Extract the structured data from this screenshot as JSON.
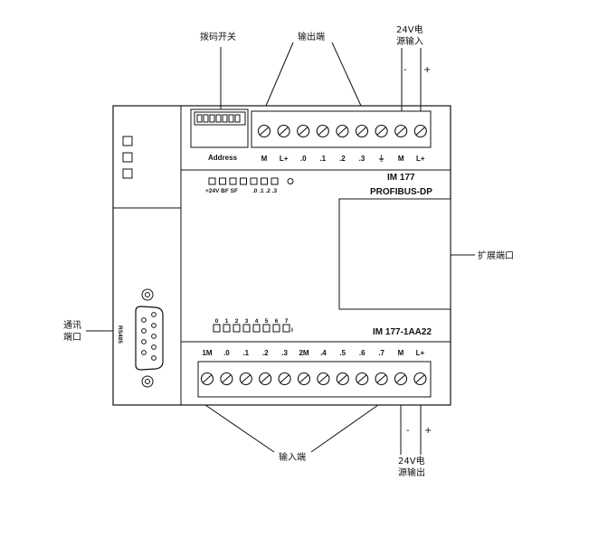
{
  "callouts": {
    "dip_switch": "拨码开关",
    "output_terminals": "输出端",
    "power_in_line1": "24V电",
    "power_in_line2": "源输入",
    "expansion_port": "扩展端口",
    "comm_port_line1": "通讯",
    "comm_port_line2": "端口",
    "input_terminals": "输入端",
    "power_out_line1": "24V电",
    "power_out_line2": "源输出",
    "minus": "-",
    "plus": "+"
  },
  "top_block": {
    "address_label": "Address",
    "terminal_labels": [
      "M",
      "L+",
      ".0",
      ".1",
      ".2",
      ".3",
      "⏚",
      "M",
      "L+"
    ]
  },
  "status_leds": {
    "labels": "+24V BF SF",
    "output_nums": ".0 .1 .2 .3"
  },
  "module": {
    "name": "IM 177",
    "type": "PROFIBUS-DP",
    "order_no": "IM 177-1AA22"
  },
  "input_leds": {
    "nums": [
      "0",
      "1",
      "2",
      "3",
      "4",
      "5",
      "6",
      "7"
    ],
    "end_mark": "I"
  },
  "bottom_block": {
    "terminal_labels": [
      "1M",
      ".0",
      ".1",
      ".2",
      ".3",
      "2M",
      ".4",
      ".5",
      ".6",
      ".7",
      "M",
      "L+"
    ]
  },
  "comm": {
    "port_label": "RS485"
  }
}
